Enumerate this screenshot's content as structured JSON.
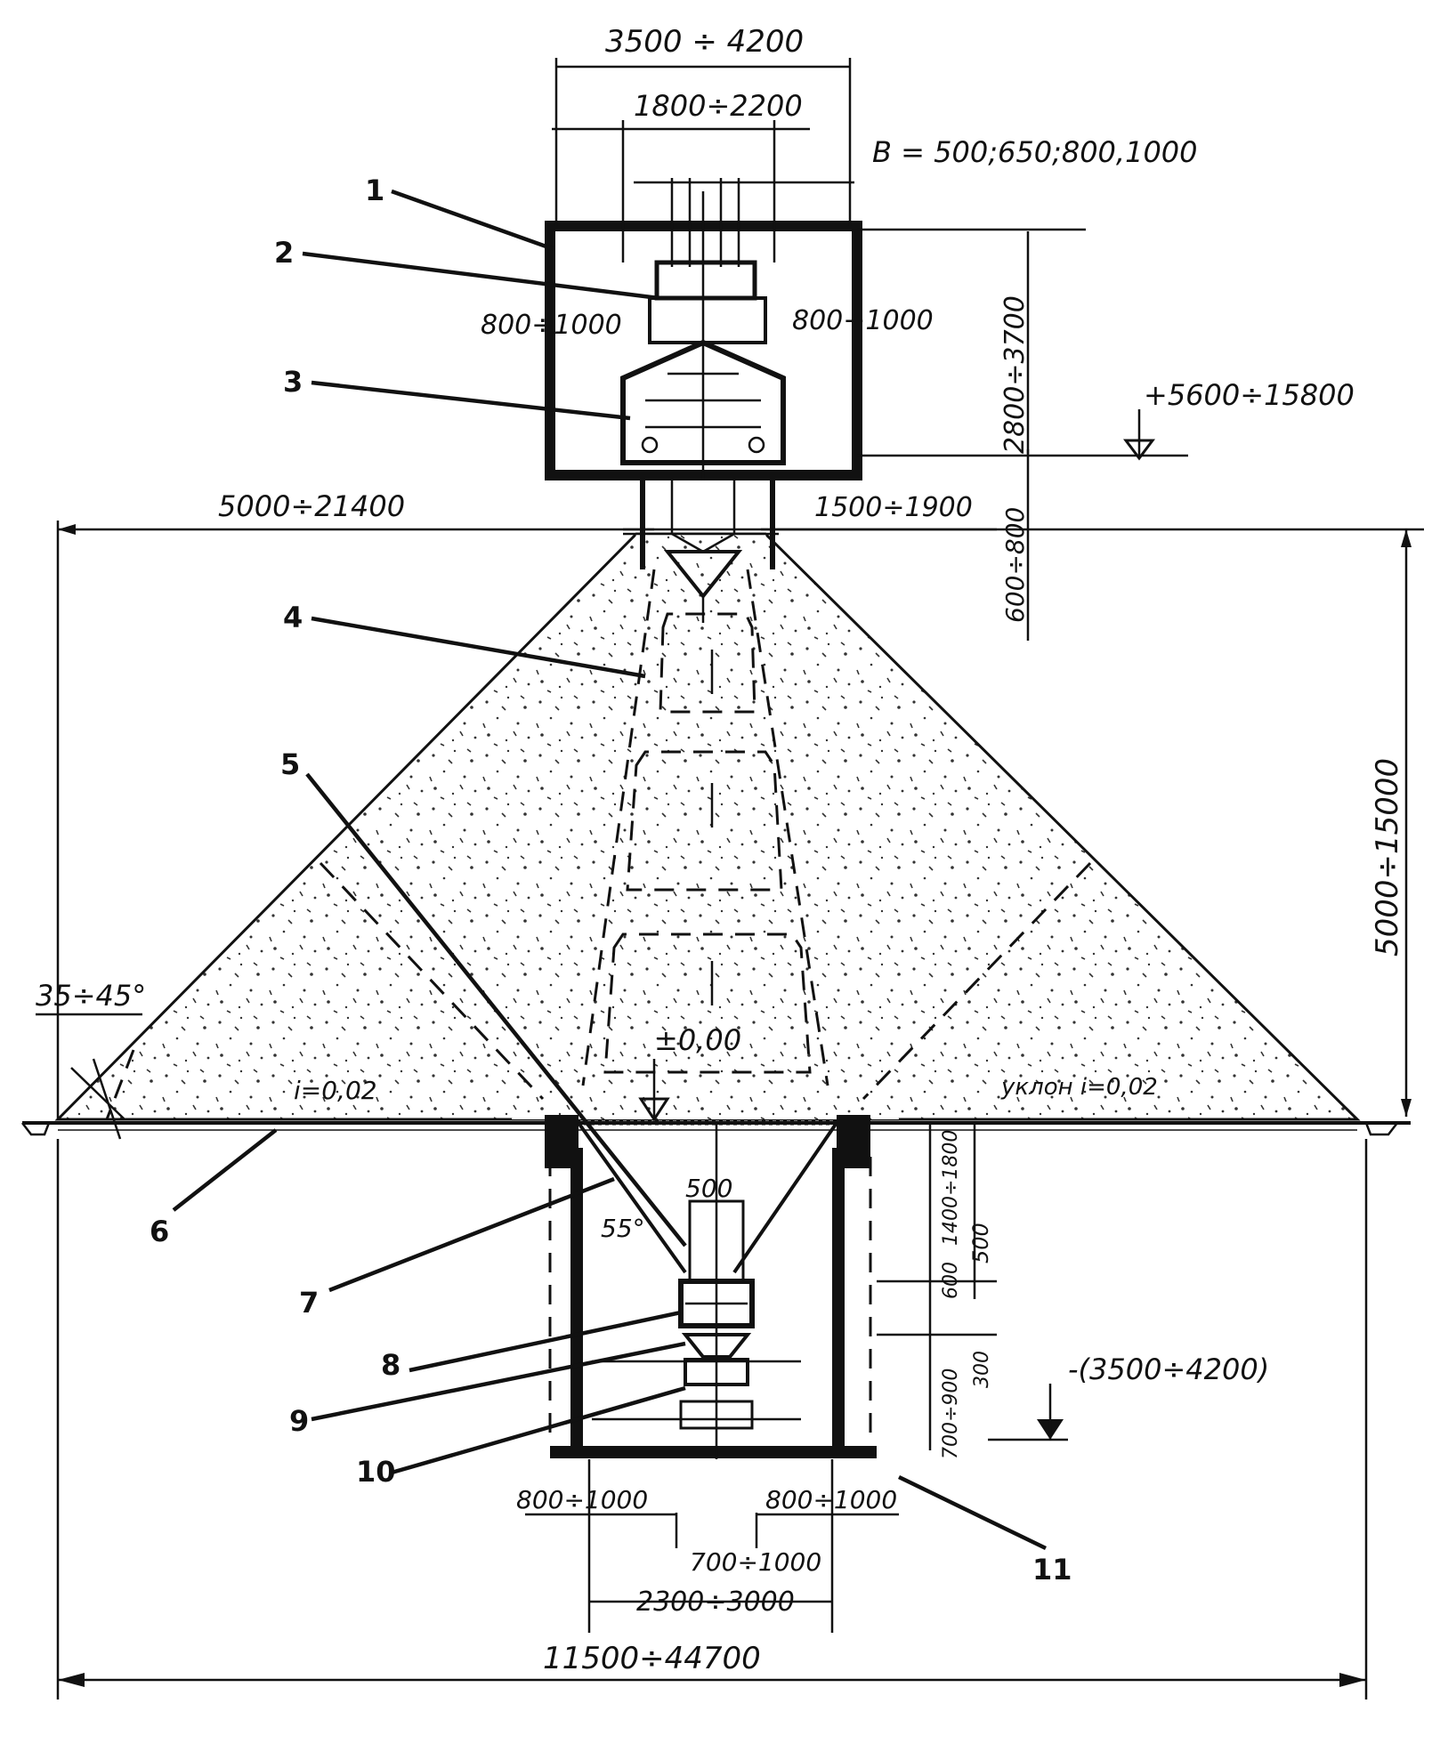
{
  "dimensions": {
    "top_width": "3500 ÷ 4200",
    "conveyor_frame": "1800÷2200",
    "belt_width": "B = 500;650;800,1000",
    "gallery_left_gap": "800÷1000",
    "gallery_right_gap": "800÷1000",
    "gallery_height": "2800÷3700",
    "gallery_elevation": "+5600÷15800",
    "pile_half_width": "5000÷21400",
    "support_width": "1500÷1900",
    "support_height": "600÷800",
    "pile_height": "5000÷15000",
    "repose_angle": "35÷45°",
    "slope_left": "i=0,02",
    "slope_right": "уклон i=0,02",
    "zero_level": "±0,00",
    "hopper_opening": "500",
    "hopper_angle": "55°",
    "tunnel_top_depth": "1400÷1800",
    "feeder_height": "600",
    "feeder_gap": "500",
    "conveyor_gap": "300",
    "tunnel_floor_gap": "700÷900",
    "tunnel_bottom": "-(3500÷4200)",
    "tunnel_left_gap": "800÷1000",
    "tunnel_right_gap": "800÷1000",
    "conveyor_width": "700÷1000",
    "tunnel_inner_width": "2300÷3000",
    "total_width": "11500÷44700"
  },
  "callouts": [
    "1",
    "2",
    "3",
    "4",
    "5",
    "6",
    "7",
    "8",
    "9",
    "10",
    "11"
  ]
}
